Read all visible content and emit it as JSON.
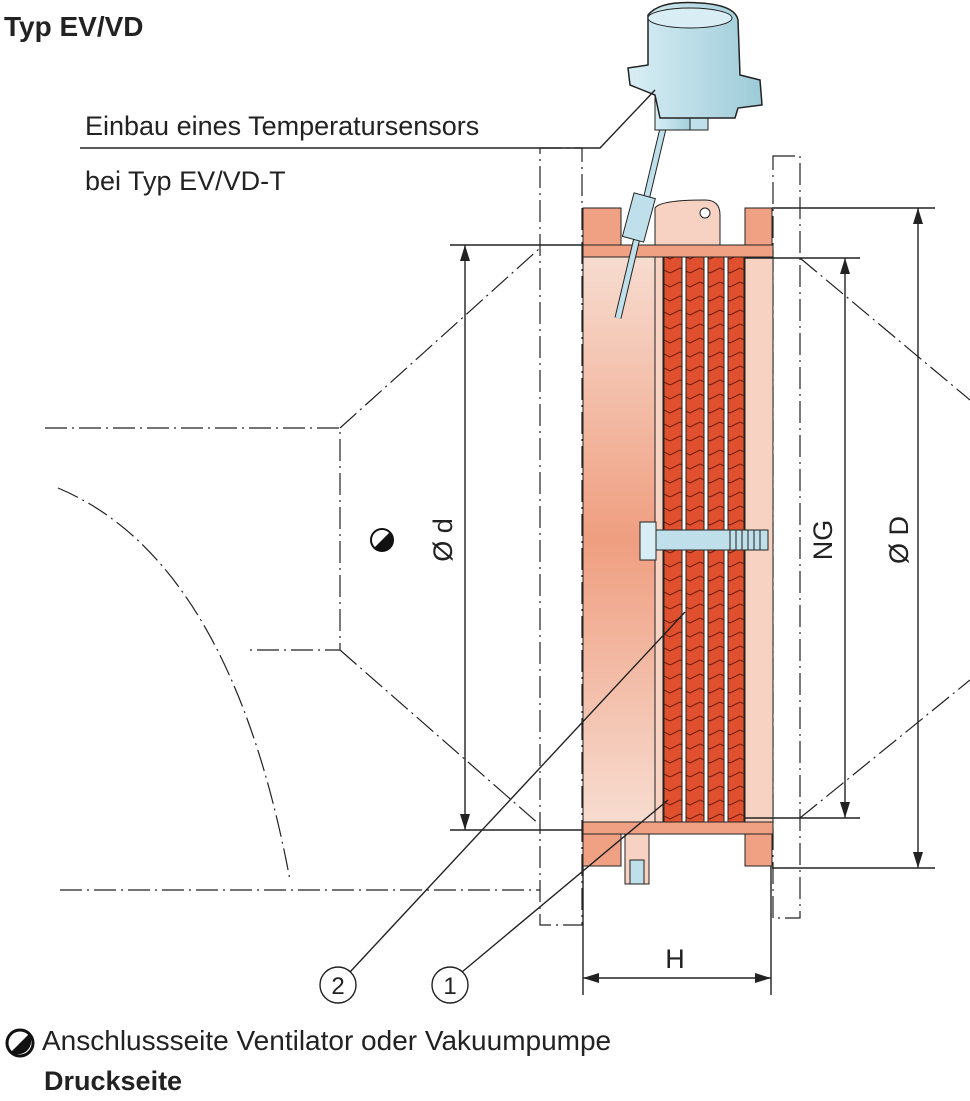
{
  "title": "Typ EV/VD",
  "sensor_note": {
    "line1": "Einbau eines Temperatursensors",
    "line2": "bei Typ EV/VD-T"
  },
  "dimensions": {
    "inner_diameter": "Ø d",
    "nominal_size": "NG",
    "outer_diameter": "Ø D",
    "height": "H"
  },
  "callouts": [
    "2",
    "1"
  ],
  "legend": {
    "symbol": "half-filled-circle-icon",
    "line1": "Anschlussseite Ventilator oder Vakuumpumpe",
    "line2": "Druckseite"
  },
  "colors": {
    "housing_dark": "#f0a184",
    "housing_light": "#f7d2c3",
    "element_red": "#e0502e",
    "sensor_blue": "#bfe0ea"
  }
}
